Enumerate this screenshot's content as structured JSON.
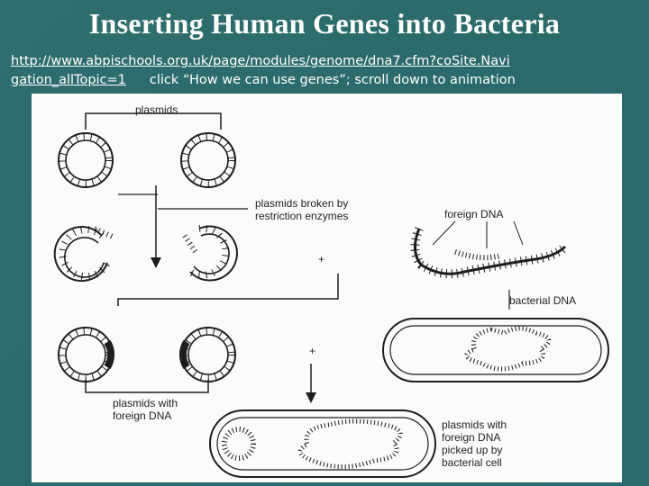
{
  "slide": {
    "title": "Inserting Human Genes into Bacteria",
    "link_line_1": "http://www.abpischools.org.uk/page/modules/genome/dna7.cfm?coSite.Navi",
    "link_line_2": "gation_allTopic=1",
    "instruction": "click “How we can use genes”; scroll down to animation"
  },
  "figure": {
    "labels": {
      "plasmids": "plasmids",
      "broken_1": "plasmids broken by",
      "broken_2": "restriction enzymes",
      "foreign_dna": "foreign DNA",
      "bacterial_dna": "bacterial DNA",
      "with_foreign_1": "plasmids with",
      "with_foreign_2": "foreign DNA",
      "picked_1": "plasmids with",
      "picked_2": "foreign DNA",
      "picked_3": "picked up by",
      "picked_4": "bacterial cell"
    },
    "plus_sign": "+"
  }
}
